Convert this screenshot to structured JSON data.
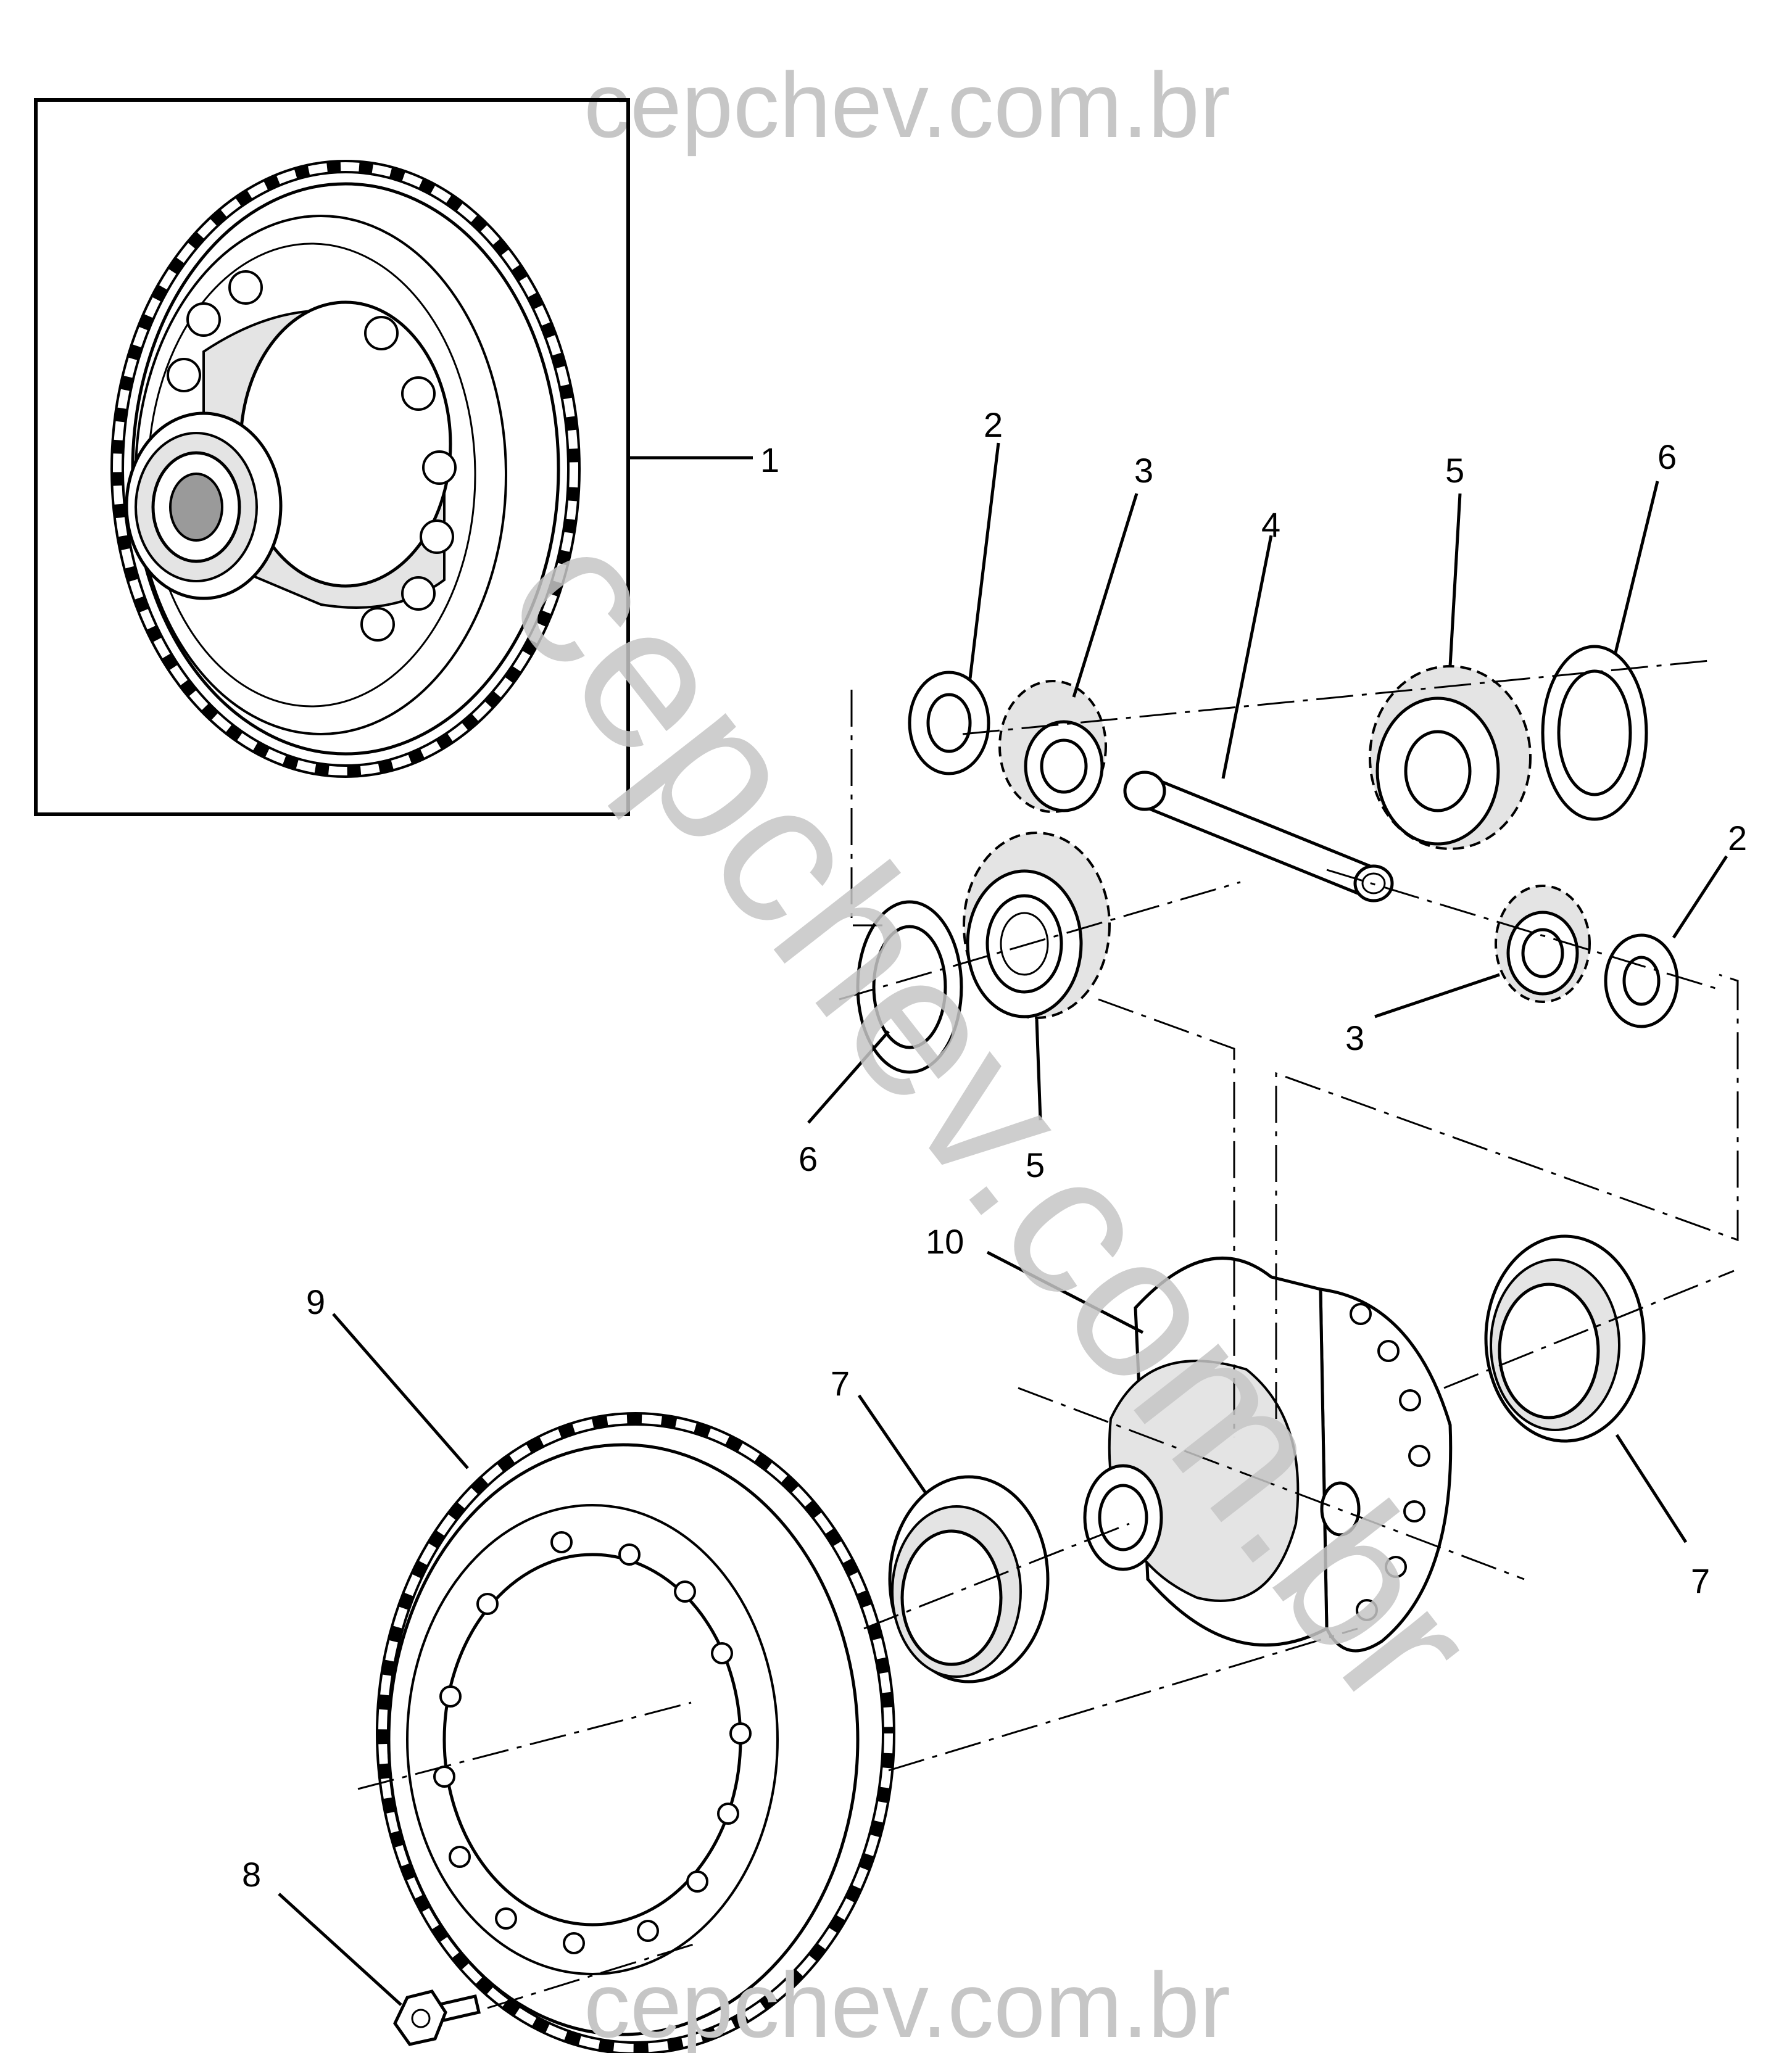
{
  "watermark": {
    "top": "cepchev.com.br",
    "bottom": "cepchev.com.br",
    "diagonal": "cepchev.com.br"
  },
  "callouts": [
    {
      "id": "c1",
      "label": "1"
    },
    {
      "id": "c2a",
      "label": "2"
    },
    {
      "id": "c3a",
      "label": "3"
    },
    {
      "id": "c4",
      "label": "4"
    },
    {
      "id": "c5a",
      "label": "5"
    },
    {
      "id": "c6a",
      "label": "6"
    },
    {
      "id": "c2b",
      "label": "2"
    },
    {
      "id": "c3b",
      "label": "3"
    },
    {
      "id": "c6b",
      "label": "6"
    },
    {
      "id": "c5b",
      "label": "5"
    },
    {
      "id": "c10",
      "label": "10"
    },
    {
      "id": "c9",
      "label": "9"
    },
    {
      "id": "c7a",
      "label": "7"
    },
    {
      "id": "c7b",
      "label": "7"
    },
    {
      "id": "c8",
      "label": "8"
    }
  ]
}
